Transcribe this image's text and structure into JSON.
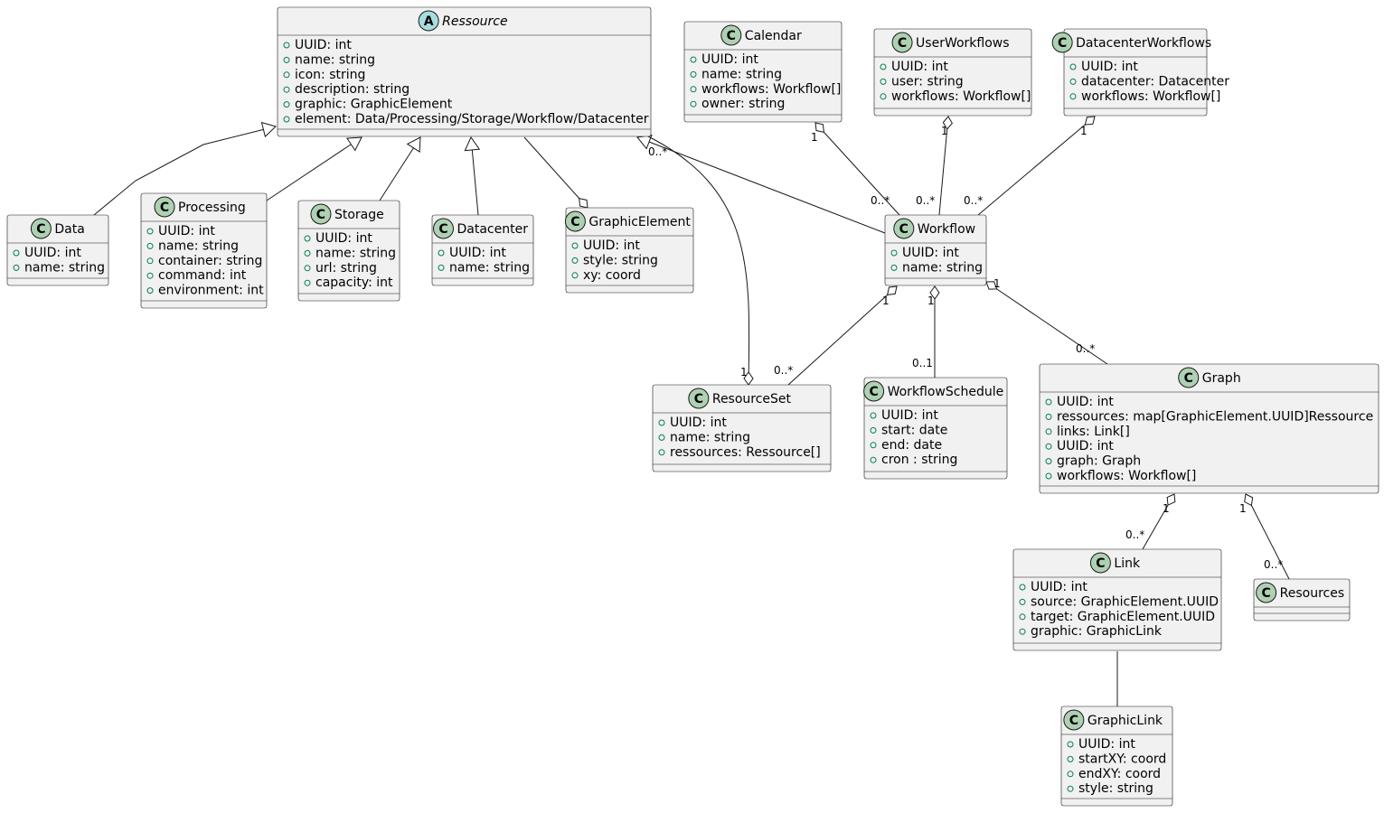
{
  "classes": [
    {
      "id": "Ressource",
      "name": "Ressource",
      "abstract": true,
      "attributes": [
        "UUID: int",
        "name: string",
        "icon: string",
        "description: string",
        "graphic: GraphicElement",
        "element: Data/Processing/Storage/Workflow/Datacenter"
      ]
    },
    {
      "id": "Calendar",
      "name": "Calendar",
      "attributes": [
        "UUID: int",
        "name: string",
        "workflows: Workflow[]",
        "owner: string"
      ]
    },
    {
      "id": "UserWorkflows",
      "name": "UserWorkflows",
      "attributes": [
        "UUID: int",
        "user: string",
        "workflows: Workflow[]"
      ]
    },
    {
      "id": "DatacenterWorkflows",
      "name": "DatacenterWorkflows",
      "attributes": [
        "UUID: int",
        "datacenter: Datacenter",
        "workflows: Workflow[]"
      ]
    },
    {
      "id": "Data",
      "name": "Data",
      "attributes": [
        "UUID: int",
        "name: string"
      ]
    },
    {
      "id": "Processing",
      "name": "Processing",
      "attributes": [
        "UUID: int",
        "name: string",
        "container: string",
        "command: int",
        "environment: int"
      ]
    },
    {
      "id": "Storage",
      "name": "Storage",
      "attributes": [
        "UUID: int",
        "name: string",
        "url: string",
        "capacity: int"
      ]
    },
    {
      "id": "Datacenter",
      "name": "Datacenter",
      "attributes": [
        "UUID: int",
        "name: string"
      ]
    },
    {
      "id": "GraphicElement",
      "name": "GraphicElement",
      "attributes": [
        "UUID: int",
        "style: string",
        "xy: coord"
      ]
    },
    {
      "id": "Workflow",
      "name": "Workflow",
      "attributes": [
        "UUID: int",
        "name: string"
      ]
    },
    {
      "id": "ResourceSet",
      "name": "ResourceSet",
      "attributes": [
        "UUID: int",
        "name: string",
        "ressources: Ressource[]"
      ]
    },
    {
      "id": "WorkflowSchedule",
      "name": "WorkflowSchedule",
      "attributes": [
        "UUID: int",
        "start: date",
        "end: date",
        "cron : string"
      ]
    },
    {
      "id": "Graph",
      "name": "Graph",
      "attributes": [
        "UUID: int",
        "ressources: map[GraphicElement.UUID]Ressource",
        "links: Link[]",
        "UUID: int",
        "graph: Graph",
        "workflows: Workflow[]"
      ]
    },
    {
      "id": "Link",
      "name": "Link",
      "attributes": [
        "UUID: int",
        "source: GraphicElement.UUID",
        "target: GraphicElement.UUID",
        "graphic: GraphicLink"
      ]
    },
    {
      "id": "Resources",
      "name": "Resources",
      "attributes": []
    },
    {
      "id": "GraphicLink",
      "name": "GraphicLink",
      "attributes": [
        "UUID: int",
        "startXY: coord",
        "endXY: coord",
        "style: string"
      ]
    }
  ],
  "relations": [
    {
      "id": "data-inherits-ressource",
      "kind": "inheritance",
      "from": "Data",
      "to": "Ressource"
    },
    {
      "id": "processing-inherits-ressource",
      "kind": "inheritance",
      "from": "Processing",
      "to": "Ressource"
    },
    {
      "id": "storage-inherits-ressource",
      "kind": "inheritance",
      "from": "Storage",
      "to": "Ressource"
    },
    {
      "id": "datacenter-inherits-ressource",
      "kind": "inheritance",
      "from": "Datacenter",
      "to": "Ressource"
    },
    {
      "id": "ressource-graphicelement",
      "kind": "aggregation",
      "from": "Ressource",
      "to": "GraphicElement"
    },
    {
      "id": "workflow-inherits-ressource",
      "kind": "inheritance",
      "from": "Workflow",
      "to": "Ressource",
      "to_mult": "0..*"
    },
    {
      "id": "ressource-resourceset",
      "kind": "aggregation",
      "from": "Ressource",
      "to": "ResourceSet",
      "to_mult": "1"
    },
    {
      "id": "calendar-workflow",
      "kind": "aggregation",
      "from": "Calendar",
      "to": "Workflow",
      "from_mult": "1",
      "to_mult": "0..*"
    },
    {
      "id": "userworkflows-workflow",
      "kind": "aggregation",
      "from": "UserWorkflows",
      "to": "Workflow",
      "from_mult": "1",
      "to_mult": "0..*"
    },
    {
      "id": "datacenterworkflows-workflow",
      "kind": "aggregation",
      "from": "DatacenterWorkflows",
      "to": "Workflow",
      "from_mult": "1",
      "to_mult": "0..*"
    },
    {
      "id": "workflow-resourceset",
      "kind": "aggregation",
      "from": "Workflow",
      "to": "ResourceSet",
      "from_mult": "1",
      "to_mult": "0..*"
    },
    {
      "id": "workflow-workflowschedule",
      "kind": "aggregation",
      "from": "Workflow",
      "to": "WorkflowSchedule",
      "from_mult": "1",
      "to_mult": "0..1"
    },
    {
      "id": "workflow-graph",
      "kind": "aggregation",
      "from": "Workflow",
      "to": "Graph",
      "from_mult": "1",
      "to_mult": "0..*"
    },
    {
      "id": "graph-link",
      "kind": "aggregation",
      "from": "Graph",
      "to": "Link",
      "from_mult": "1",
      "to_mult": "0..*"
    },
    {
      "id": "graph-resources",
      "kind": "aggregation",
      "from": "Graph",
      "to": "Resources",
      "from_mult": "1",
      "to_mult": "0..*"
    },
    {
      "id": "link-graphiclink",
      "kind": "association",
      "from": "Link",
      "to": "GraphicLink"
    }
  ],
  "colors": {
    "class_fill": "#F1F1F1",
    "border": "#181818",
    "class_stereotype": "#ADD1B2",
    "abstract_stereotype": "#A9DCDF",
    "public_visibility": "#038048"
  }
}
